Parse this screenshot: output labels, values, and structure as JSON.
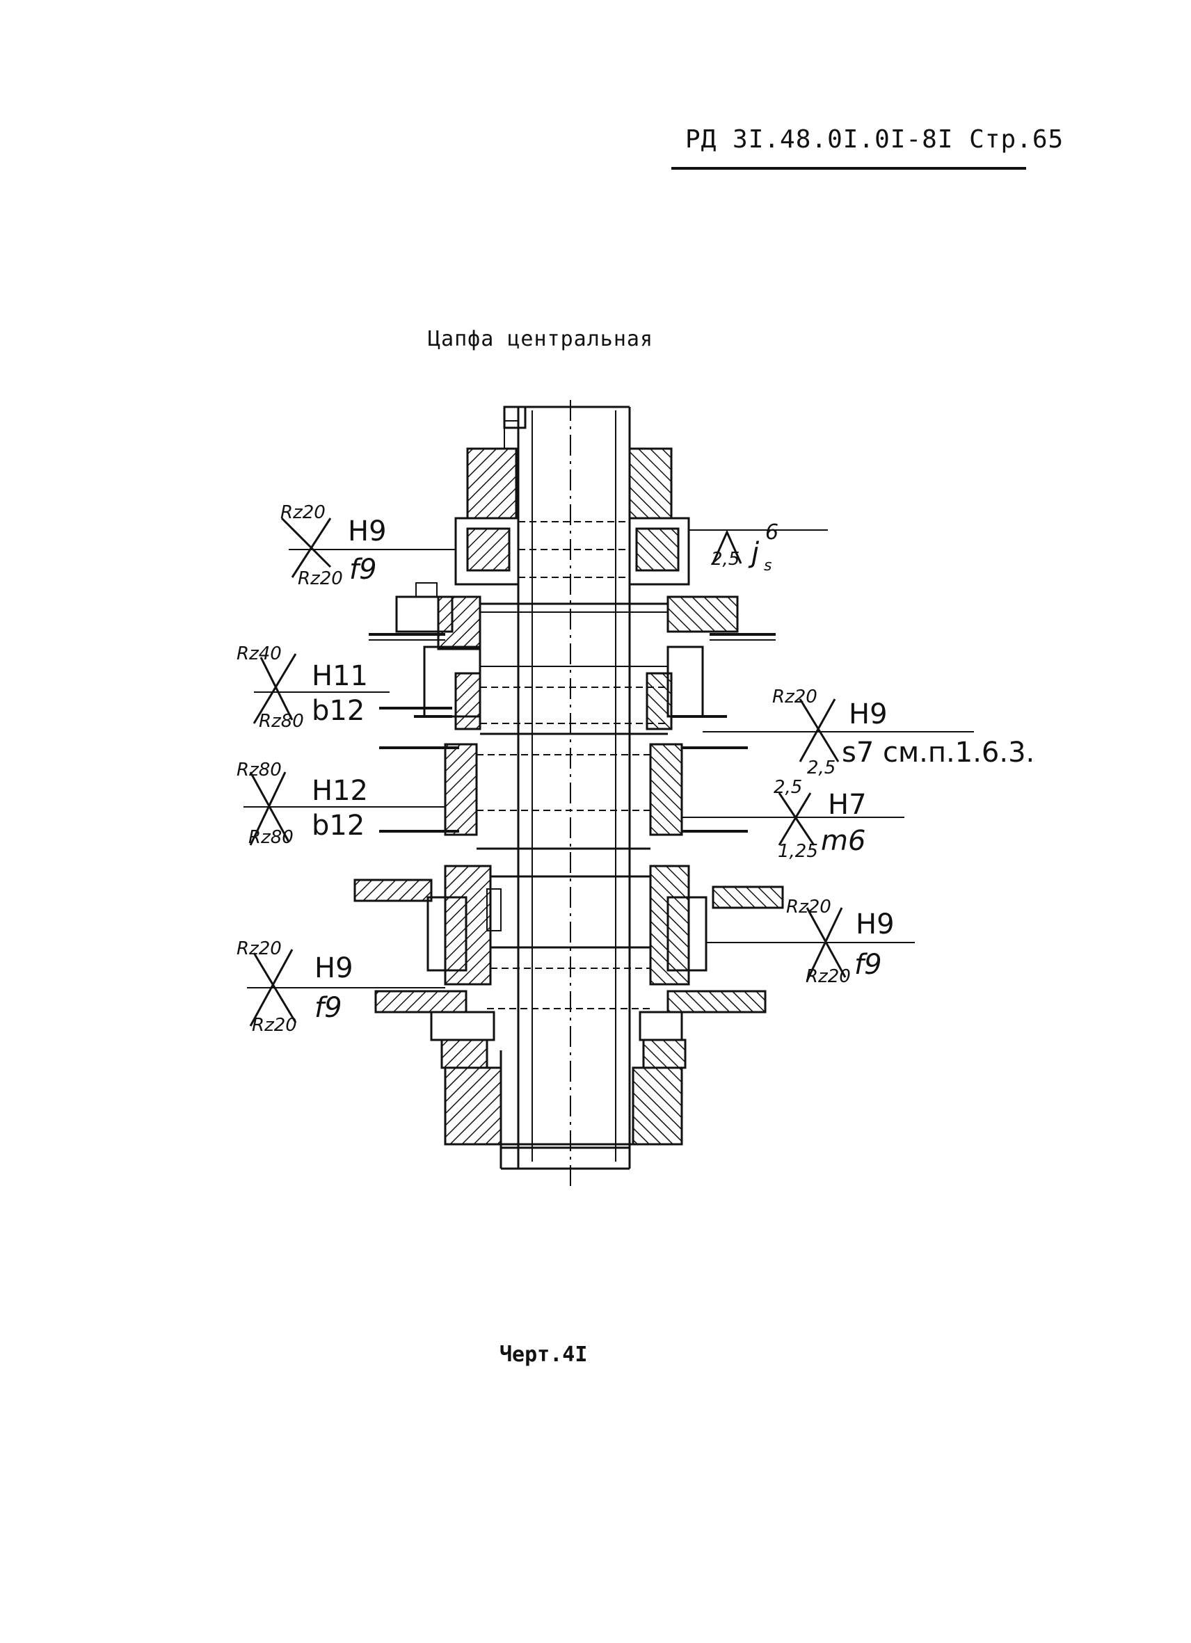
{
  "header": {
    "document_ref": "РД 3I.48.0I.0I-8I Стр.65"
  },
  "title": "Цапфа центральная",
  "caption": "Черт.4I",
  "annotations": [
    {
      "id": "fit-1",
      "rough_top": "Rz20",
      "rough_bottom": "Rz20",
      "fit_top": "H9",
      "fit_bottom": "f9"
    },
    {
      "id": "fit-2",
      "rough_top": "Rz40",
      "rough_bottom": "Rz80",
      "fit_top": "H11",
      "fit_bottom": "b12"
    },
    {
      "id": "fit-3",
      "rough_top": "Rz80",
      "rough_bottom": "Rz80",
      "fit_top": "H12",
      "fit_bottom": "b12"
    },
    {
      "id": "fit-4",
      "rough_top": "Rz20",
      "rough_bottom": "Rz20",
      "fit_top": "H9",
      "fit_bottom": "f9"
    },
    {
      "id": "fit-right-1",
      "rough_top": "2,5",
      "fit_top": "j",
      "fit_sub": "s",
      "fit_sup": "6"
    },
    {
      "id": "fit-right-2",
      "rough_top": "Rz20",
      "rough_bottom": "2,5",
      "fit_top": "H9",
      "fit_bottom": "s7 см.п.1.6.3."
    },
    {
      "id": "fit-right-3",
      "rough_top": "2,5",
      "rough_bottom": "1,25",
      "fit_top": "H7",
      "fit_bottom": "m6"
    },
    {
      "id": "fit-right-4",
      "rough_top": "Rz20",
      "rough_bottom": "Rz20",
      "fit_top": "H9",
      "fit_bottom": "f9"
    }
  ]
}
